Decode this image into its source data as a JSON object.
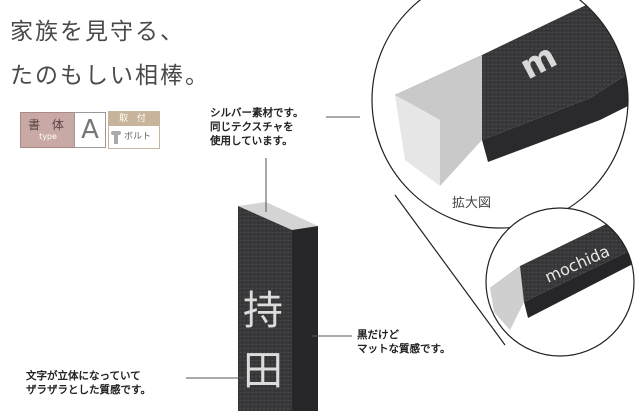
{
  "headline": {
    "line1": "家族を見守る、",
    "line2": "たのもしい相棒。"
  },
  "badges": {
    "font_label": "書 体",
    "font_type": "type",
    "font_letter": "A",
    "mount_label": "取 付",
    "mount_value": "ボルト"
  },
  "callouts": {
    "silver_1": "シルバー素材です。",
    "silver_2": "同じテクスチャを",
    "silver_3": "使用しています。",
    "black_1": "黒だけど",
    "black_2": "マットな質感です。",
    "text_1": "文字が立体になっていて",
    "text_2": "ザラザラとした質感です。"
  },
  "zoom": {
    "label": "拡大図"
  },
  "product": {
    "zoom_text": "m",
    "bar_text": "mochida",
    "post_char_1": "持",
    "post_char_2": "田"
  },
  "colors": {
    "body": "#3a3a3c",
    "silver": "#c8c8c8",
    "badge_font": "#c9a9a6",
    "badge_mount": "#c8b49a"
  }
}
